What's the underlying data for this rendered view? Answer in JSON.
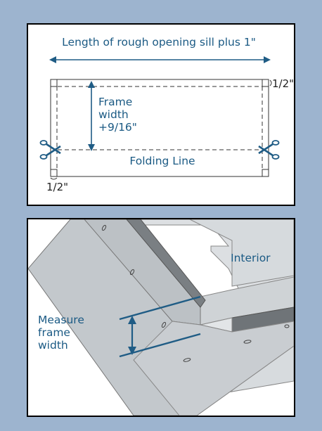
{
  "top_panel": {
    "length_label": "Length of rough opening sill plus 1\"",
    "frame_width_lines": [
      "Frame",
      "width",
      "+9/16\""
    ],
    "folding_line_label": "Folding Line",
    "half_inch_right": "1/2\"",
    "half_inch_bottom": "1/2\""
  },
  "bottom_panel": {
    "interior_label": "Interior",
    "measure_lines": [
      "Measure",
      "frame",
      "width"
    ]
  },
  "colors": {
    "background": "#9db4cf",
    "label_blue": "#1b5a84",
    "line_blue": "#1f5c85",
    "panel_border": "#000000",
    "wall_light": "#d9dde0",
    "wall_mid": "#c8cdd1",
    "flashing": "#b9bec2"
  },
  "icons": [
    "scissors-icon-left",
    "scissors-icon-right"
  ]
}
